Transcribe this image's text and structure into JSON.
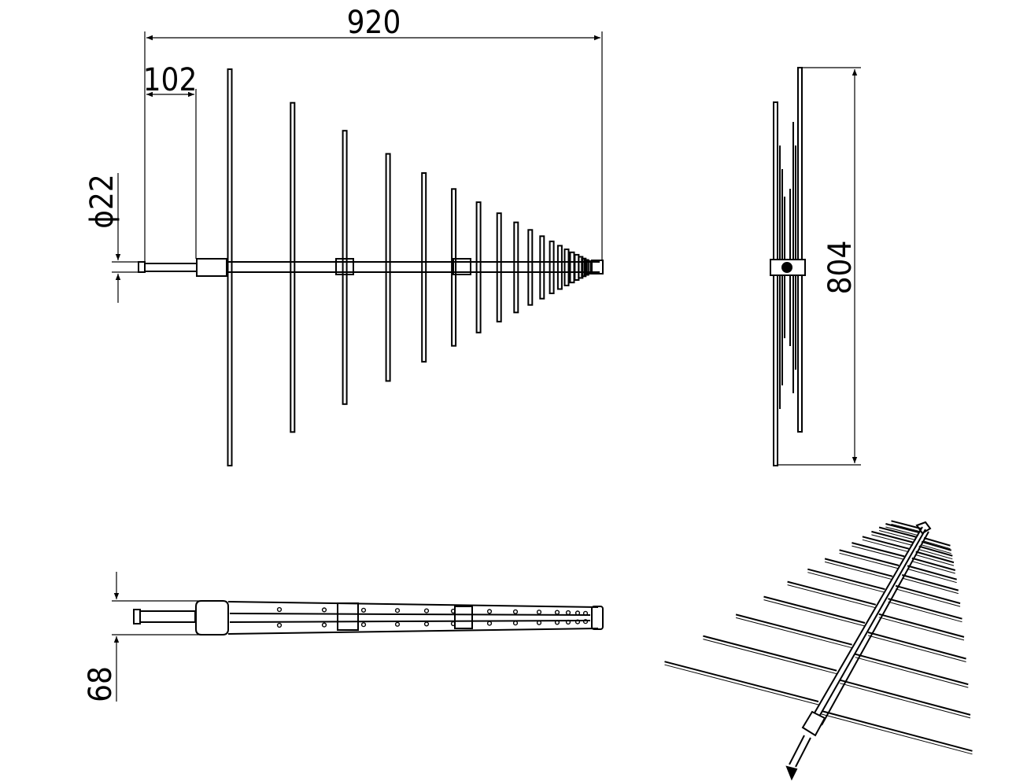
{
  "dimensions": {
    "overall_length": "920",
    "feed_length": "102",
    "connector_diameter": "ϕ22",
    "element_span": "804",
    "boom_height": "68"
  },
  "views": {
    "front_view": {
      "element_count": 20
    },
    "side_view": {},
    "top_view": {},
    "isometric_view": {}
  }
}
